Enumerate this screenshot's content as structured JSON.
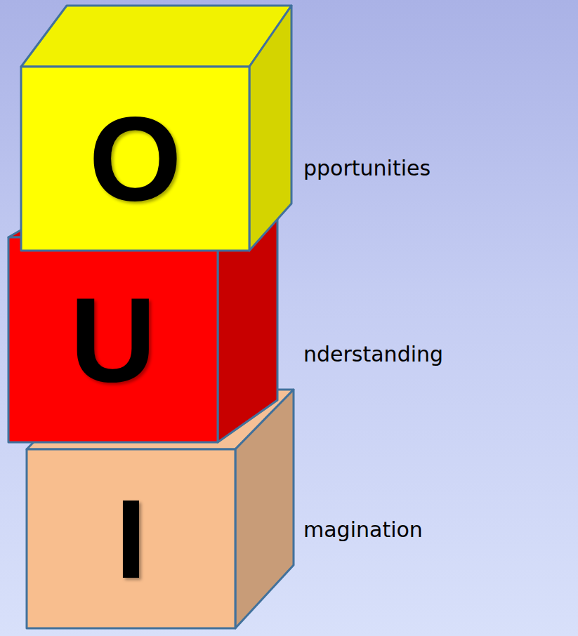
{
  "diagram": {
    "nodes": [
      {
        "text": [
          "O"
        ]
      },
      {
        "text": [
          "U"
        ]
      },
      {
        "text": [
          "I"
        ]
      }
    ],
    "labels": [
      "pportunities",
      "nderstanding",
      "magination"
    ]
  }
}
